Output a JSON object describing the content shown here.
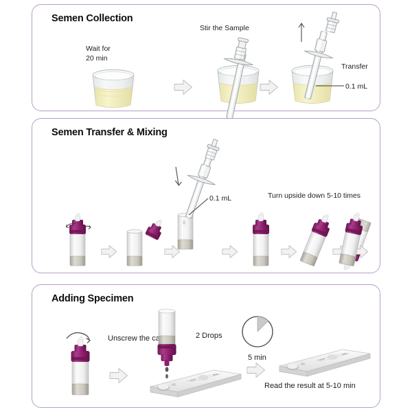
{
  "document": {
    "type": "semen-test-kit-instruction-diagram",
    "background": "#ffffff"
  },
  "colors": {
    "panel_border": "#b79dc8",
    "title_text": "#0d0d0d",
    "label_text": "#1d1d1d",
    "cap_purple": "#8e1f6e",
    "cap_purple_dark": "#6d1654",
    "cap_purple_light": "#a93d8a",
    "bottle_white": "#f4f4f4",
    "bottle_base_gray": "#b9b7ad",
    "liquid_yellow": "#f2efc0",
    "cup_glass": "#eceff0",
    "arrow_fill": "#f0f0f0",
    "arrow_stroke": "#b9b9b9",
    "cassette_gray": "#e2e2e2",
    "metal_gray": "#cfd2d4"
  },
  "panels": [
    {
      "id": "panel-1",
      "title": "Semen Collection",
      "steps": [
        {
          "id": "step-wait",
          "label": "Wait for\n20 min",
          "icon": "specimen-cup-icon"
        },
        {
          "id": "step-stir",
          "label": "Stir the Sample",
          "icon": "syringe-in-cup-icon"
        },
        {
          "id": "step-transfer",
          "label": "Transfer",
          "callout": "0.1 mL",
          "icon": "syringe-draw-up-icon"
        }
      ],
      "arrows": 2
    },
    {
      "id": "panel-2",
      "title": "Semen Transfer & Mixing",
      "steps": [
        {
          "id": "step-unscrew-cap",
          "label": "",
          "icon": "bottle-twist-cap-icon"
        },
        {
          "id": "step-cap-removed",
          "label": "",
          "icon": "bottle-open-with-cap-icon"
        },
        {
          "id": "step-dispense",
          "label": "",
          "callout": "0.1 mL",
          "icon": "syringe-into-bottle-icon"
        },
        {
          "id": "step-recap",
          "label": "",
          "icon": "bottle-capped-icon"
        },
        {
          "id": "step-invert-1",
          "label": "Turn upside down 5-10 times",
          "icon": "bottle-tilted-icon"
        },
        {
          "id": "step-invert-2",
          "label": "",
          "icon": "bottle-inverted-icon"
        },
        {
          "id": "step-invert-3",
          "label": "",
          "icon": "bottle-upright-tilted-icon"
        }
      ],
      "arrows": 6
    },
    {
      "id": "panel-3",
      "title": "Adding Specimen",
      "steps": [
        {
          "id": "step-unscrew",
          "label": "Unscrew the cap",
          "icon": "bottle-unscrew-icon"
        },
        {
          "id": "step-drops",
          "label": "2 Drops",
          "icon": "bottle-dropping-icon"
        },
        {
          "id": "step-wait-5min",
          "label": "5 min",
          "icon": "timer-clock-icon"
        },
        {
          "id": "step-read",
          "label": "Read the result at 5-10 min",
          "icon": "test-cassette-icon"
        }
      ],
      "arrows": 3
    }
  ]
}
